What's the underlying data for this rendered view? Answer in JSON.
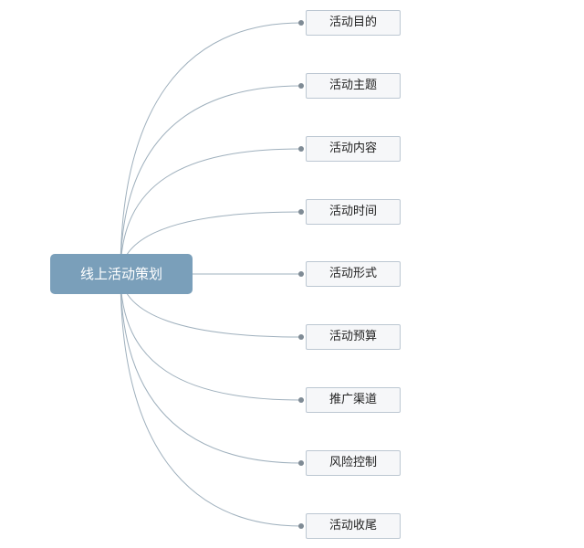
{
  "root": {
    "label": "线上活动策划"
  },
  "children": [
    {
      "label": "活动目的"
    },
    {
      "label": "活动主题"
    },
    {
      "label": "活动内容"
    },
    {
      "label": "活动时间"
    },
    {
      "label": "活动形式"
    },
    {
      "label": "活动预算"
    },
    {
      "label": "推广渠道"
    },
    {
      "label": "风险控制"
    },
    {
      "label": "活动收尾"
    }
  ],
  "colors": {
    "root_fill": "#7a9fba",
    "connector": "#9fb0bd",
    "child_border": "#bcc7d2"
  }
}
